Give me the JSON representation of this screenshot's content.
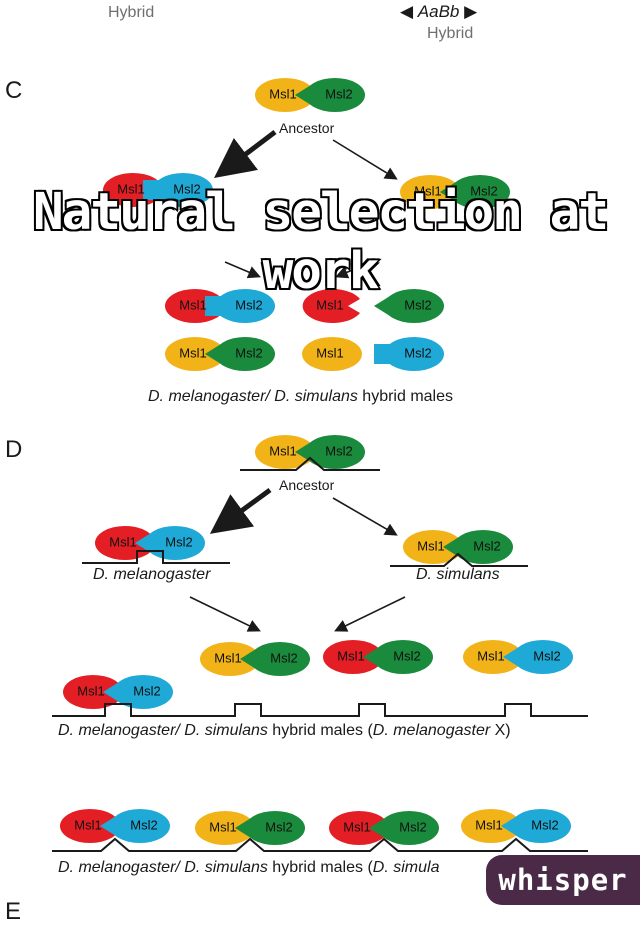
{
  "top": {
    "hybrid_left": "Hybrid",
    "genotype": "AaBb",
    "hybrid_right": "Hybrid"
  },
  "panels": {
    "c": "C",
    "d": "D",
    "e": "E"
  },
  "labels": {
    "msl1": "Msl1",
    "msl2": "Msl2",
    "ancestor": "Ancestor",
    "d_melanogaster": "D. melanogaster",
    "d_simulans": "D. simulans"
  },
  "captions": {
    "c": {
      "italic": "D. melanogaster/ D. simulans",
      "rest": " hybrid males"
    },
    "d1": {
      "italic": "D. melanogaster/ D. simulans",
      "rest": " hybrid males (",
      "italic2": "D. melanogaster",
      "end": " X)"
    },
    "d2": {
      "italic": "D. melanogaster/ D. simulans",
      "rest": " hybrid males (",
      "italic2": "D. simula"
    }
  },
  "overlay": "Natural selection at work",
  "watermark": "whisper",
  "colors": {
    "red": "#e31e24",
    "blue": "#1fa9d6",
    "yellow": "#f2b318",
    "green": "#1a8a3c"
  }
}
